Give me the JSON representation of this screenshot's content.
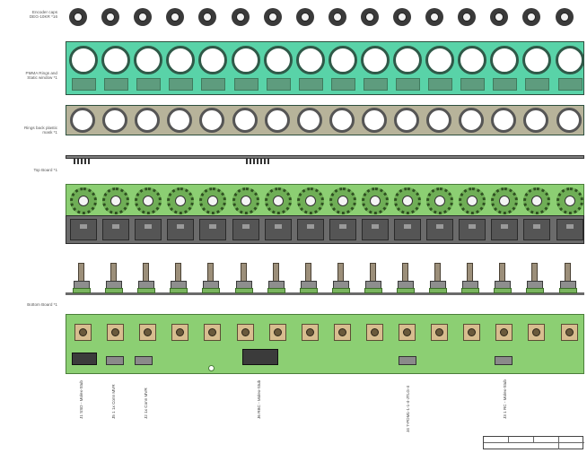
{
  "columns": 16,
  "labels": {
    "encoder_caps": "Encoder caps\nDEG-10KR *16",
    "pmma_ring": "PMMA Rings and\nStatic window *1",
    "ring_back": "Rings back plastic\nmask *1",
    "top_board": "Top Board *1",
    "bottom_board": "Bottom Board *1"
  },
  "connector_labels": [
    "J1 SSD - Molex-Stub",
    "J5 1 1x Conn MVR",
    "J2 1x Conn MVR",
    "J6 RBC - Molex-Stub",
    "J4 7-PDM1-1-1-4-JTLG-4",
    "J3 1 RC - Molex-Stub"
  ],
  "title_block": {
    "rows": [
      [
        "",
        "",
        "",
        ""
      ],
      [
        "",
        "",
        "",
        ""
      ]
    ]
  },
  "colors": {
    "ring_teal": "#59d3a8",
    "ring_gray": "#b7b39a",
    "pcb_green": "#8ccf73",
    "knob": "#3a3a3a"
  }
}
